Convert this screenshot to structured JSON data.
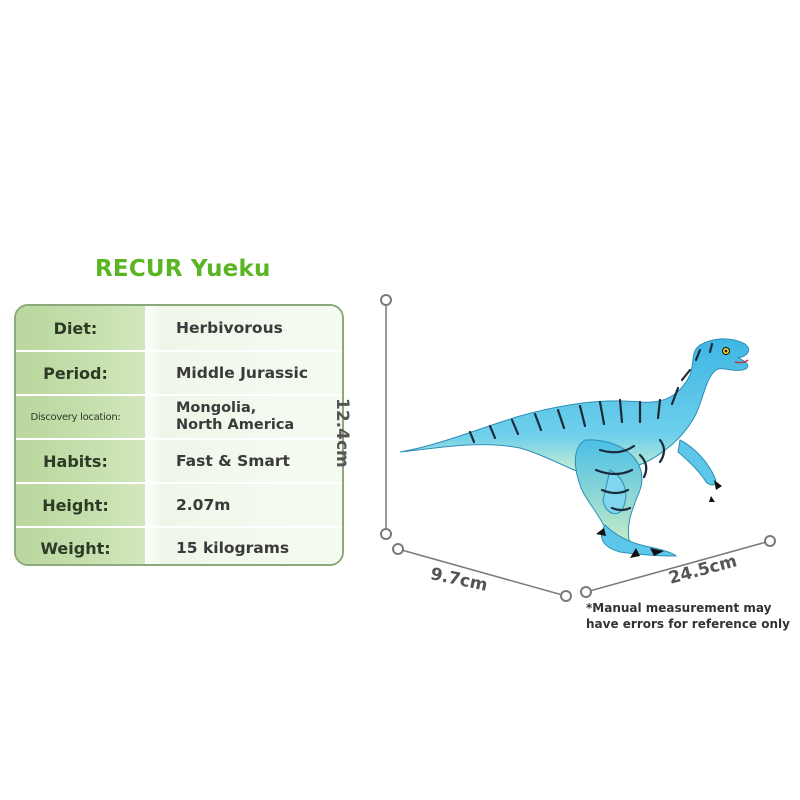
{
  "product": {
    "title": "RECUR Yueku"
  },
  "specs": [
    {
      "label": "Diet:",
      "value": "Herbivorous"
    },
    {
      "label": "Period:",
      "value": "Middle Jurassic"
    },
    {
      "label": "Discovery location:",
      "value": "Mongolia, North America"
    },
    {
      "label": "Habits:",
      "value": "Fast & Smart"
    },
    {
      "label": "Height:",
      "value": "2.07m"
    },
    {
      "label": "Weight:",
      "value": "15 kilograms"
    }
  ],
  "dimensions": {
    "height": "12.4cm",
    "width": "9.7cm",
    "length": "24.5cm"
  },
  "note": "*Manual measurement may have errors for reference only",
  "colors": {
    "title_green": "#5ab523",
    "label_bg": "#c3dea9",
    "border": "#8ba97a",
    "dino_body": "#4fc3e8",
    "dino_stripe": "#1b2a3a"
  }
}
